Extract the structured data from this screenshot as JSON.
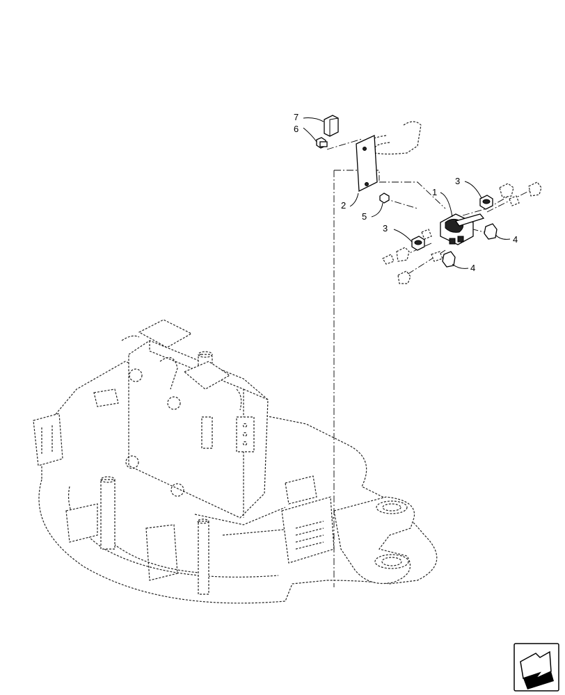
{
  "diagram": {
    "callouts": [
      {
        "id": "c7",
        "label": "7"
      },
      {
        "id": "c6",
        "label": "6"
      },
      {
        "id": "c2",
        "label": "2"
      },
      {
        "id": "c5",
        "label": "5"
      },
      {
        "id": "c1",
        "label": "1"
      },
      {
        "id": "c3a",
        "label": "3"
      },
      {
        "id": "c3b",
        "label": "3"
      },
      {
        "id": "c4a",
        "label": "4"
      },
      {
        "id": "c4b",
        "label": "4"
      }
    ]
  },
  "nav": {
    "icon": "next-page-arrow-icon"
  }
}
